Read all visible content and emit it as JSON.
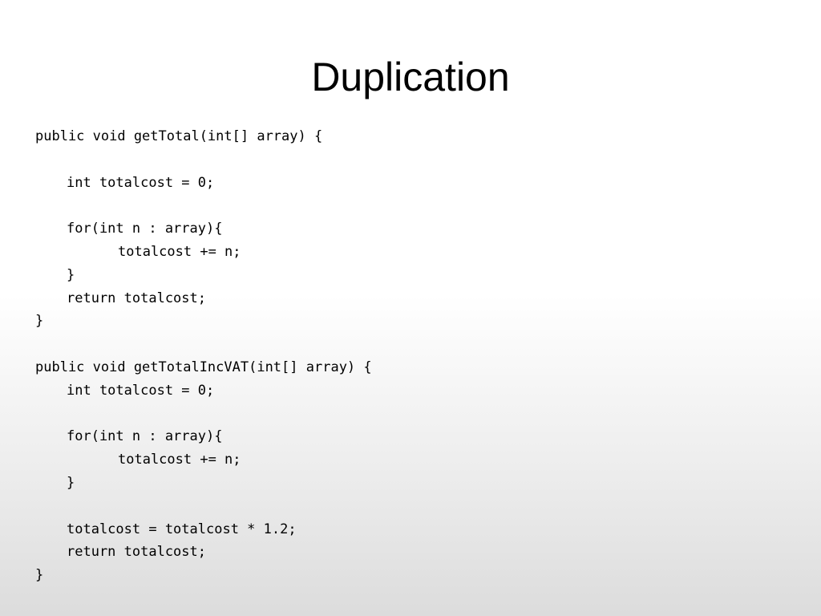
{
  "slide": {
    "title": "Duplication",
    "code_lines": [
      "public void getTotal(int[] array) {",
      "",
      "int totalcost = 0;",
      "",
      "for(int n : array){",
      "totalcost += n;",
      "}",
      "return totalcost;",
      "}",
      "",
      "public void getTotalIncVAT(int[] array) {",
      "int totalcost = 0;",
      "",
      "for(int n : array){",
      "totalcost += n;",
      "}",
      "",
      "totalcost = totalcost * 1.2;",
      "return totalcost;",
      "}"
    ]
  }
}
